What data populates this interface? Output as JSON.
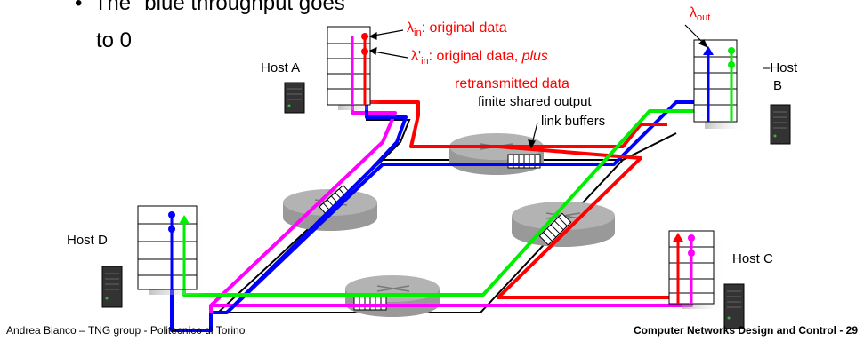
{
  "bullet": {
    "line1": "The \"blue throughput goes",
    "line2": "to 0"
  },
  "hosts": {
    "a": "Host A",
    "b_prefix": "–Host",
    "b_suffix": "B",
    "c": "Host C",
    "d": "Host D"
  },
  "labels": {
    "lambda": "λ",
    "in_sub": "in",
    "out_sub": "out",
    "lambda_in_desc": ": original data",
    "lambda_prime": "λ'",
    "lambda_prime_desc": ": original data, ",
    "plus": "plus",
    "retransmitted": "retransmitted data",
    "buffers_line1": "finite shared output",
    "buffers_line2": "link buffers"
  },
  "footer": {
    "left": "Andrea Bianco – TNG group - Politecnico di Torino",
    "right": "Computer Networks Design and Control - 29"
  },
  "colors": {
    "red": "#ff0000",
    "blue": "#0000ff",
    "green": "#00ee00",
    "magenta": "#ff00ff",
    "router": "#a6a6a6"
  }
}
